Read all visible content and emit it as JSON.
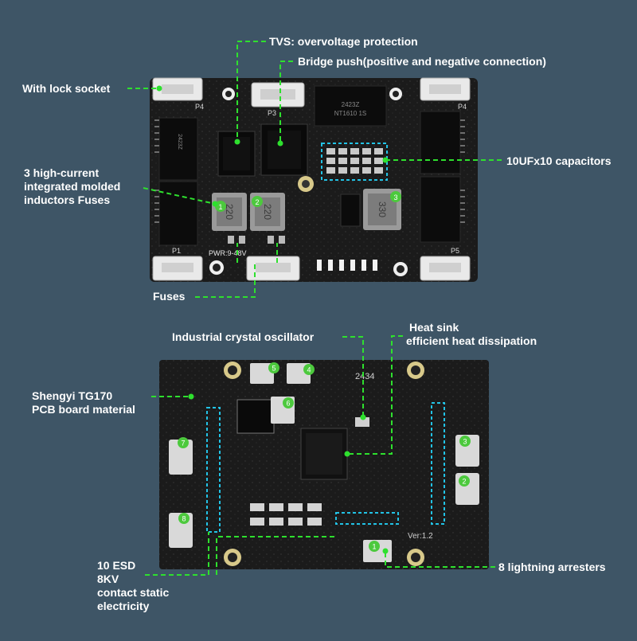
{
  "callouts": {
    "tvs": "TVS: overvoltage protection",
    "bridge": "Bridge push(positive and negative connection)",
    "lock_socket": "With lock socket",
    "capacitors": "10UFx10 capacitors",
    "inductors": [
      "3 high-current",
      "integrated molded",
      "inductors Fuses"
    ],
    "fuses": "Fuses",
    "crystal": "Industrial crystal oscillator",
    "heatsink": [
      "Heat sink",
      "efficient heat dissipation"
    ],
    "pcb_material": [
      "Shengyi TG170",
      "PCB board material"
    ],
    "esd": [
      "10 ESD",
      "8KV",
      "contact static",
      "electricity"
    ],
    "arresters": "8 lightning arresters"
  },
  "board_top": {
    "connector_labels": [
      "P4",
      "P3",
      "P4",
      "P1",
      "P5"
    ],
    "chip_markings": [
      "2423Z",
      "NT1610 1S"
    ],
    "inductor_markings": [
      "220",
      "220",
      "330"
    ],
    "power_label": "PWR:9-48V",
    "markers": [
      "1",
      "2",
      "3"
    ]
  },
  "board_bottom": {
    "logo_text": "2434",
    "version": "Ver:1.2",
    "markers": [
      "5",
      "4",
      "6",
      "7",
      "8",
      "3",
      "2",
      "1"
    ]
  },
  "colors": {
    "background": "#3e5566",
    "board": "#1b1b1b",
    "callout_line": "#2ee02e",
    "marker": "#4cc93d",
    "highlight": "#22c3e6"
  }
}
